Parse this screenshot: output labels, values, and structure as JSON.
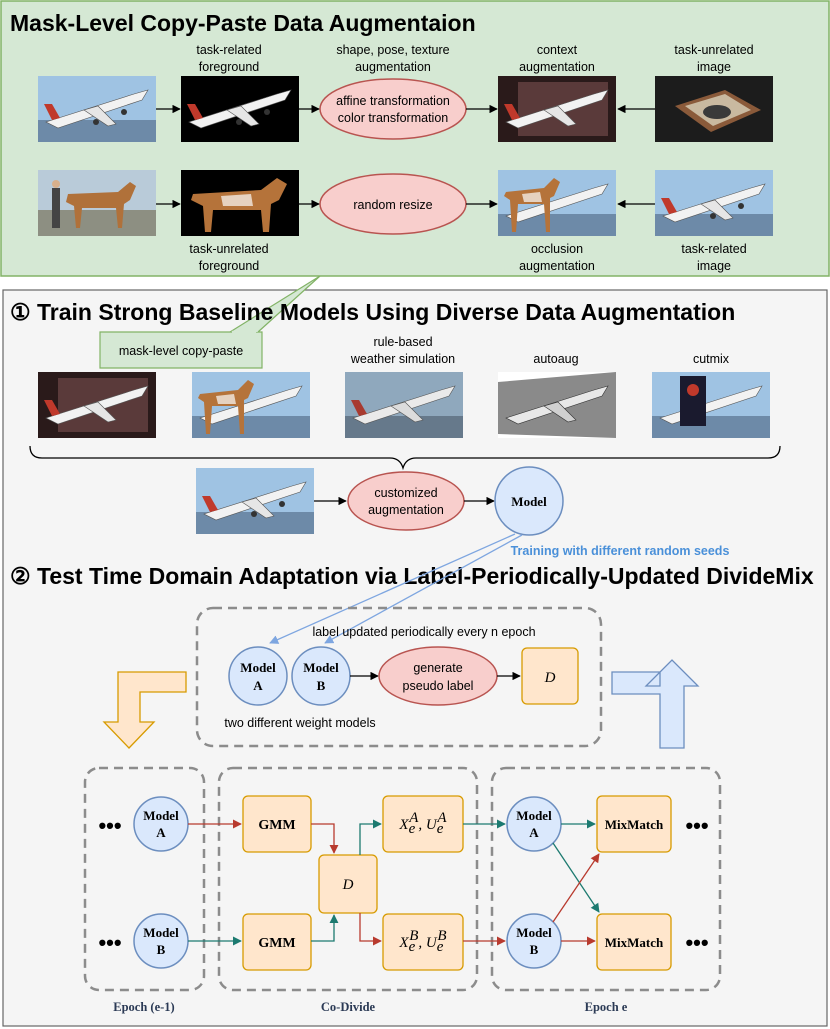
{
  "top_panel": {
    "title": "Mask-Level Copy-Paste Data Augmentaion",
    "row1": {
      "foreground_label_1": "task-related",
      "foreground_label_2": "foreground",
      "aug_label_1": "shape, pose, texture",
      "aug_label_2": "augmentation",
      "aug_node_1": "affine transformation",
      "aug_node_2": "color transformation",
      "context_label_1": "context",
      "context_label_2": "augmentation",
      "unrelated_label_1": "task-unrelated",
      "unrelated_label_2": "image"
    },
    "row2": {
      "resize_node": "random resize",
      "foreground_label_1": "task-unrelated",
      "foreground_label_2": "foreground",
      "occlusion_label_1": "occlusion",
      "occlusion_label_2": "augmentation",
      "related_label_1": "task-related",
      "related_label_2": "image"
    }
  },
  "section1": {
    "title": "① Train Strong Baseline Models Using Diverse Data Augmentation",
    "callout": "mask-level copy-paste",
    "aug_labels": {
      "weather_1": "rule-based",
      "weather_2": "weather simulation",
      "autoaug": "autoaug",
      "cutmix": "cutmix"
    },
    "custom_node_1": "customized",
    "custom_node_2": "augmentation",
    "model_node": "Model",
    "seeds_note": "Training with different random seeds"
  },
  "section2": {
    "title": "② Test Time Domain Adaptation via Label-Periodically-Updated DivideMix",
    "periodic_label": "label updated periodically every n epoch",
    "two_models_label": "two different weight models",
    "model_a_1": "Model",
    "model_a_2": "A",
    "model_b_1": "Model",
    "model_b_2": "B",
    "pseudo_1": "generate",
    "pseudo_2": "pseudo label",
    "d_symbol": "D",
    "gmm": "GMM",
    "xa_main": "X",
    "xa_sub": "e",
    "xa_sup": "A",
    "ua_main": "U",
    "ua_sub": "e",
    "ua_sup": "A",
    "xb_sup": "B",
    "ub_sup": "B",
    "mixmatch": "MixMatch",
    "dots": "•••",
    "captions": {
      "epoch_prev": "Epoch (e-1)",
      "codivide": "Co-Divide",
      "epoch_e": "Epoch e"
    }
  },
  "colors": {
    "green_panel": "#d5e8d4",
    "green_border": "#82b366",
    "gray_panel": "#f5f5f5",
    "red_node": "#f8cecc",
    "red_border": "#b85450",
    "blue_node": "#dae8fc",
    "blue_border": "#6c8ebf",
    "orange_node": "#ffe6cc",
    "orange_border": "#d79b00",
    "arrow_red": "#b83a2e",
    "arrow_teal": "#1c7a70"
  }
}
